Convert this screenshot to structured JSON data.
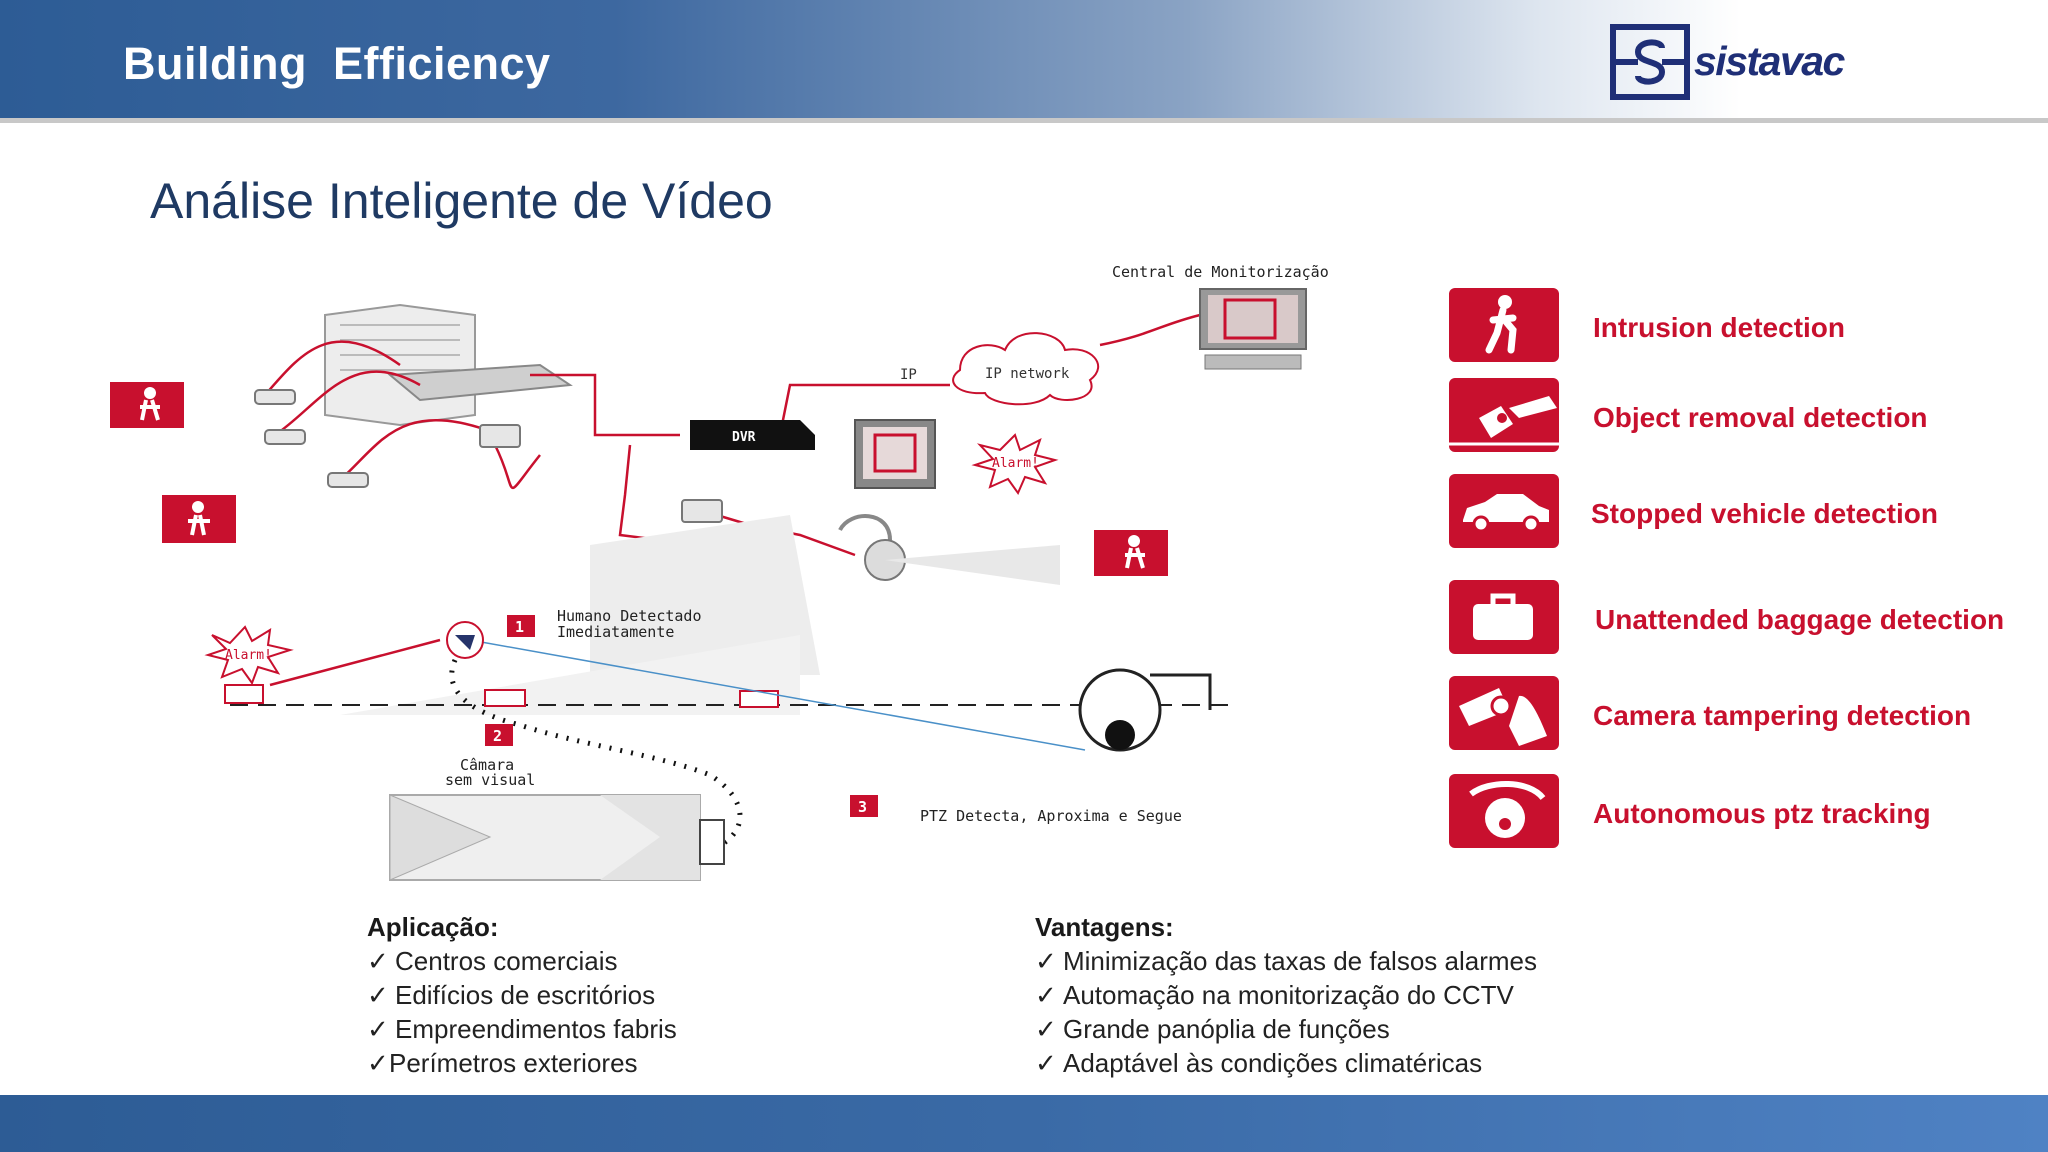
{
  "header": {
    "title": "Building  Efficiency",
    "logo_text": "sistavac"
  },
  "slide": {
    "title": "Análise Inteligente de Vídeo"
  },
  "diagram": {
    "central_label": "Central de Monitorização",
    "ip_label": "IP",
    "ip_network_label": "IP network",
    "dvr_label": "DVR",
    "alarm_label": "Alarm!",
    "step1_number": "1",
    "step1_text_line1": "Humano Detectado",
    "step1_text_line2": "Imediatamente",
    "step2_number": "2",
    "step2_text_line1": "Câmara",
    "step2_text_line2": "sem visual",
    "step3_number": "3",
    "step3_text": "PTZ Detecta, Aproxima e Segue"
  },
  "features": [
    {
      "label": "Intrusion detection",
      "icon": "intrusion-icon"
    },
    {
      "label": "Object removal detection",
      "icon": "object-removal-icon"
    },
    {
      "label": "Stopped vehicle detection",
      "icon": "car-icon"
    },
    {
      "label": "Unattended baggage detection",
      "icon": "baggage-icon"
    },
    {
      "label": "Camera tampering detection",
      "icon": "camera-tamper-icon"
    },
    {
      "label": "Autonomous ptz tracking",
      "icon": "ptz-camera-icon"
    }
  ],
  "aplicacao": {
    "heading": "Aplicação:",
    "items": [
      "Centros comerciais",
      "Edifícios de escritórios",
      "Empreendimentos fabris",
      "Perímetros exteriores"
    ]
  },
  "vantagens": {
    "heading": "Vantagens:",
    "items": [
      "Minimização das taxas de falsos alarmes",
      "Automação na monitorização do CCTV",
      "Grande panóplia de funções",
      "Adaptável às condições  climatéricas"
    ]
  },
  "check_mark": "✓",
  "colors": {
    "accent_red": "#c8102e",
    "header_blue": "#2d5c95",
    "title_blue": "#1f3a63"
  }
}
